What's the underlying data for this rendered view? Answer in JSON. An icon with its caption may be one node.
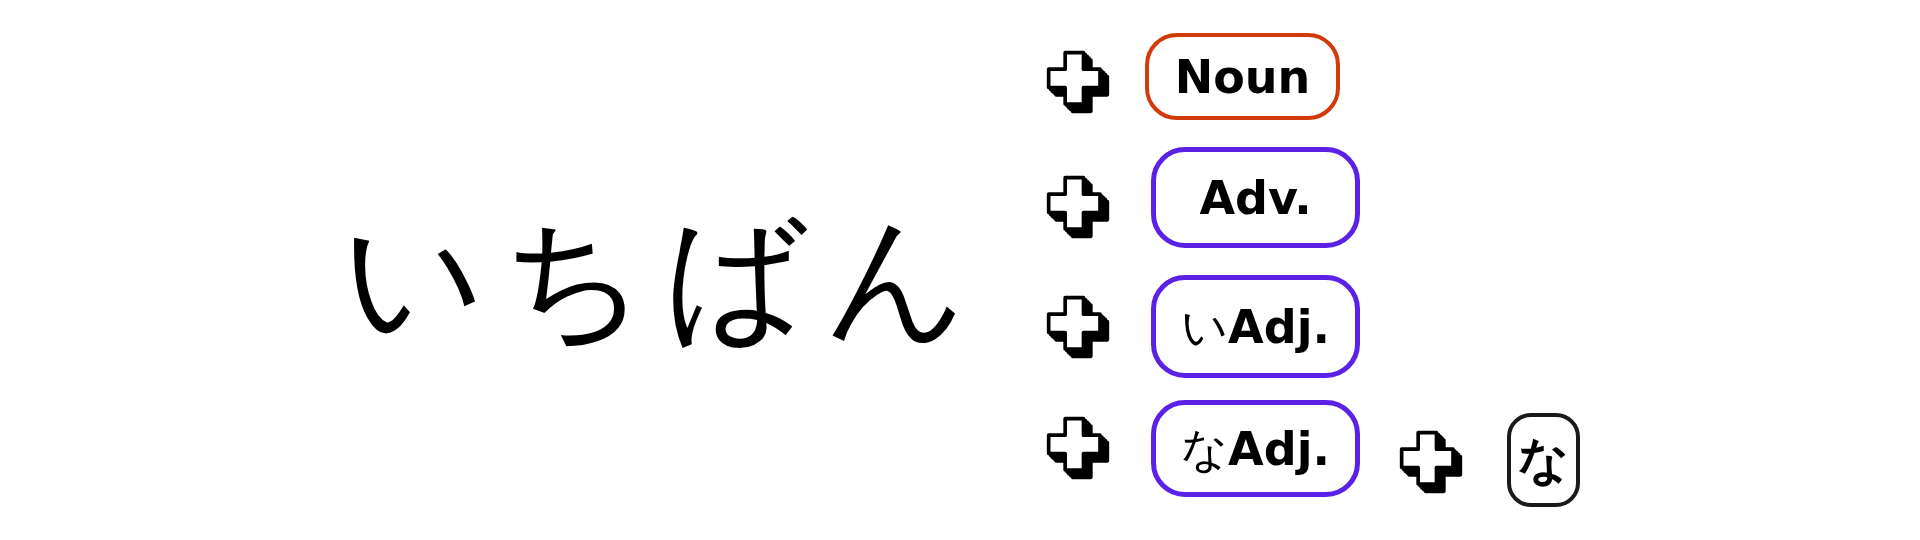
{
  "diagram": {
    "title": "いちばん",
    "nodes": [
      {
        "text": [
          "Noun"
        ]
      },
      {
        "text": [
          "Adv."
        ]
      },
      {
        "text": [
          "い**Adj.**"
        ]
      },
      {
        "text": [
          "な**Adj.**"
        ]
      },
      {
        "text": [
          "な"
        ]
      }
    ]
  }
}
